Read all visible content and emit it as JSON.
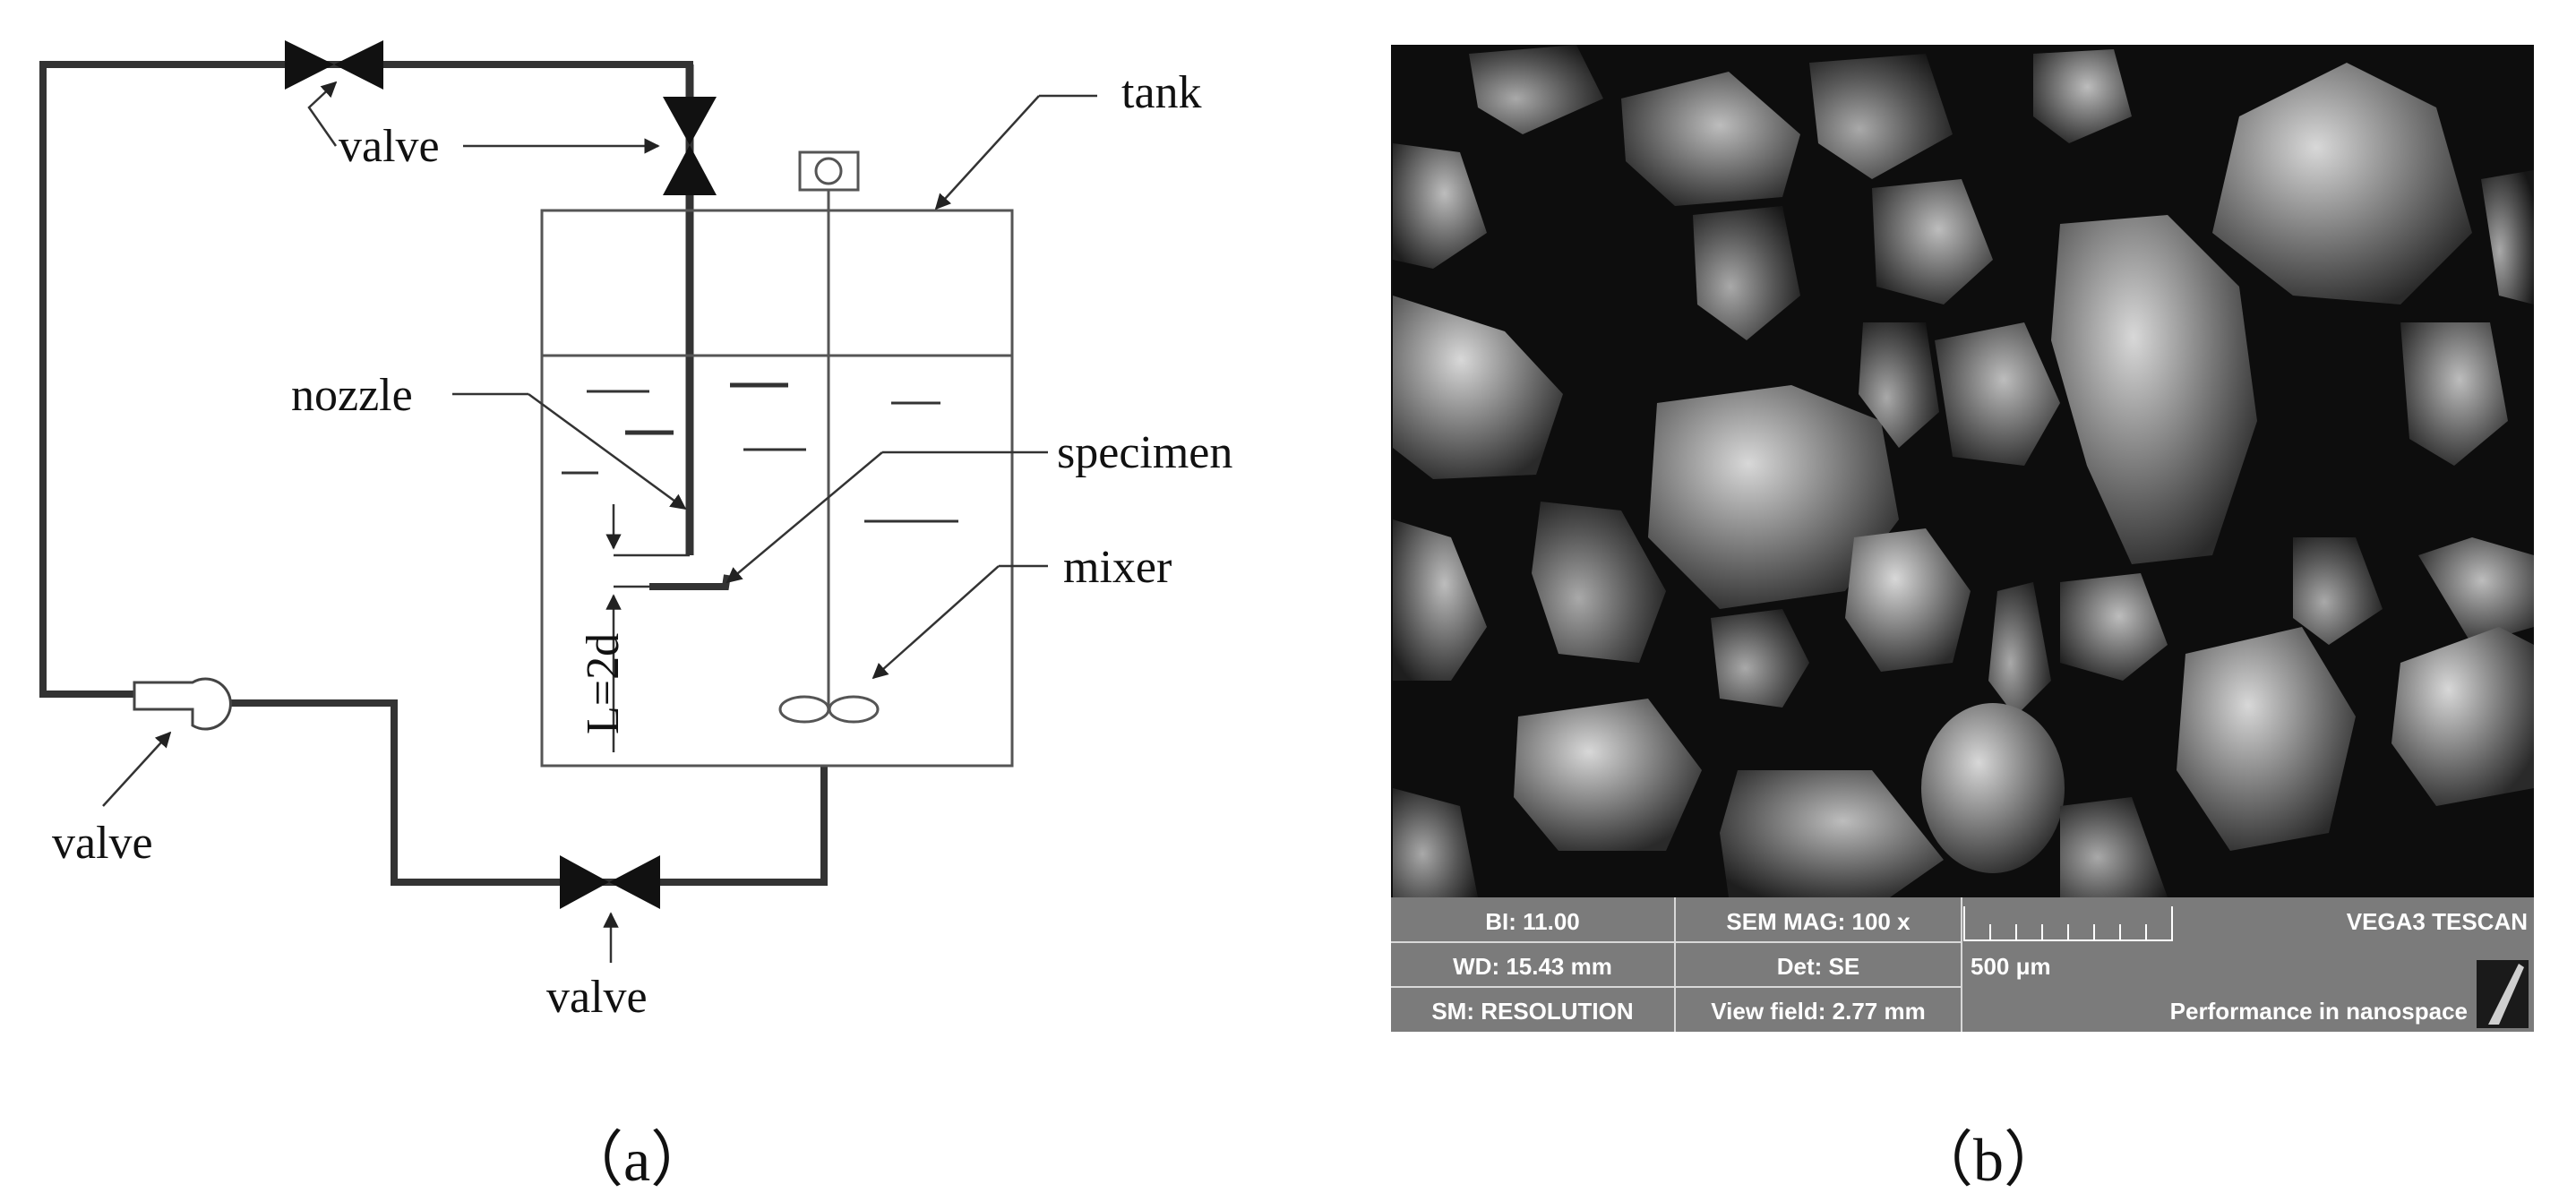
{
  "figure": {
    "panel_a": {
      "labels": {
        "tank": "tank",
        "valve_top": "valve",
        "nozzle": "nozzle",
        "specimen": "specimen",
        "mixer": "mixer",
        "valve_left": "valve",
        "valve_bottom": "valve",
        "distance": "L=2d"
      },
      "caption": "（a）"
    },
    "panel_b": {
      "sem_info": {
        "bi": "BI: 11.00",
        "wd": "WD: 15.43 mm",
        "sm": "SM: RESOLUTION",
        "sem_mag": "SEM MAG: 100 x",
        "det": "Det: SE",
        "view_field": "View field: 2.77 mm",
        "scale": "500 μm",
        "brand": "VEGA3 TESCAN",
        "slogan": "Performance in nanospace"
      },
      "caption": "（b）"
    }
  },
  "colors": {
    "line": "#333333",
    "sem_bar": "#7b7b7b",
    "sem_bg": "#0d0d0d"
  }
}
